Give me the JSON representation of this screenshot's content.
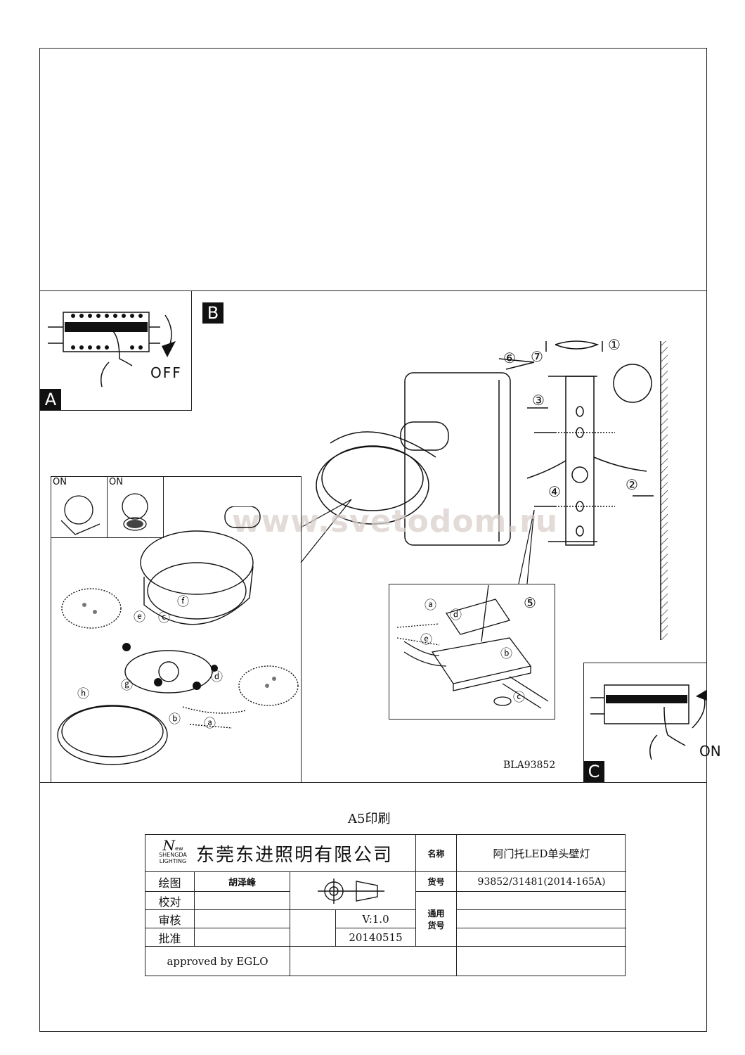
{
  "panels": {
    "a": {
      "tag": "A",
      "switch_label": "OFF"
    },
    "b": {
      "tag": "B"
    },
    "c": {
      "tag": "C",
      "switch_label": "ON"
    },
    "on_small_1": "ON",
    "on_small_2": "ON"
  },
  "steps": [
    "①",
    "②",
    "③",
    "④",
    "⑤",
    "⑥",
    "⑦"
  ],
  "part_labels": {
    "a": "ⓐ",
    "b": "ⓑ",
    "c": "ⓒ",
    "d": "ⓓ",
    "e": "ⓔ",
    "f": "ⓕ",
    "g": "ⓖ",
    "h": "ⓗ"
  },
  "drawing_code": "BLA93852",
  "watermark": "www.svetodom.ru",
  "print_note": "A5印刷",
  "title_block": {
    "company_logo": "New SHENGDA LIGHTING",
    "company_name": "东莞东进照明有限公司",
    "name_label": "名称",
    "name_value": "阿门托LED单头壁灯",
    "part_no_label": "货号",
    "part_no_value": "93852/31481(2014-165A)",
    "general_no_label": "通用货号",
    "drawn_label": "绘图",
    "drawn_value": "胡泽峰",
    "checked_label": "校对",
    "reviewed_label": "审核",
    "approved_label": "批准",
    "version": "V:1.0",
    "date": "20140515",
    "approved_by": "approved by EGLO"
  }
}
